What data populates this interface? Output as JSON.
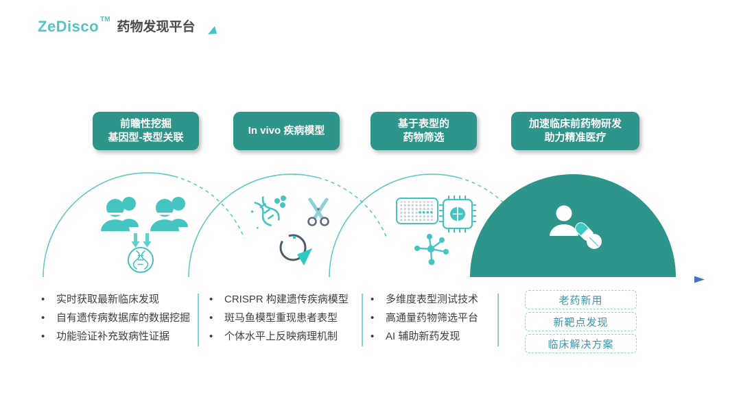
{
  "brand": {
    "name": "ZeDisco",
    "tm": "TM",
    "title": "药物发现平台"
  },
  "stages": [
    {
      "header": [
        "前瞻性挖掘",
        "基因型-表型关联"
      ],
      "bullets": [
        "实时获取最新临床发现",
        "自有遗传病数据库的数据挖掘",
        "功能验证补充致病性证据"
      ]
    },
    {
      "header": [
        "In vivo 疾病模型"
      ],
      "bullets": [
        "CRISPR 构建遗传疾病模型",
        "斑马鱼模型重现患者表型",
        "个体水平上反映病理机制"
      ]
    },
    {
      "header": [
        "基于表型的",
        "药物筛选"
      ],
      "bullets": [
        "多维度表型测试技术",
        "高通量药物筛选平台",
        "AI 辅助新药发现"
      ]
    },
    {
      "header": [
        "加速临床前药物研发",
        "助力精准医疗"
      ],
      "tags": [
        "老药新用",
        "新靶点发现",
        "临床解决方案"
      ]
    }
  ],
  "icons": [
    "brand-arrow-icon",
    "patient-groups-icon",
    "down-arrows-icon",
    "dna-sample-icon",
    "gene-editing-dna-icon",
    "crispr-scissors-icon",
    "zebrafish-icon",
    "assay-plate-icon",
    "ai-brain-chip-icon",
    "compound-molecule-icon",
    "patient-medicine-icon",
    "timeline-arrow-icon"
  ],
  "colors": {
    "teal_dark": "#2E958A",
    "teal_light": "#45C5C1",
    "arc_stroke": "#5FC9C3",
    "arrow_blue": "#4472C4",
    "tag_text": "#3E93A8",
    "text_dark": "#3F3F3F"
  }
}
